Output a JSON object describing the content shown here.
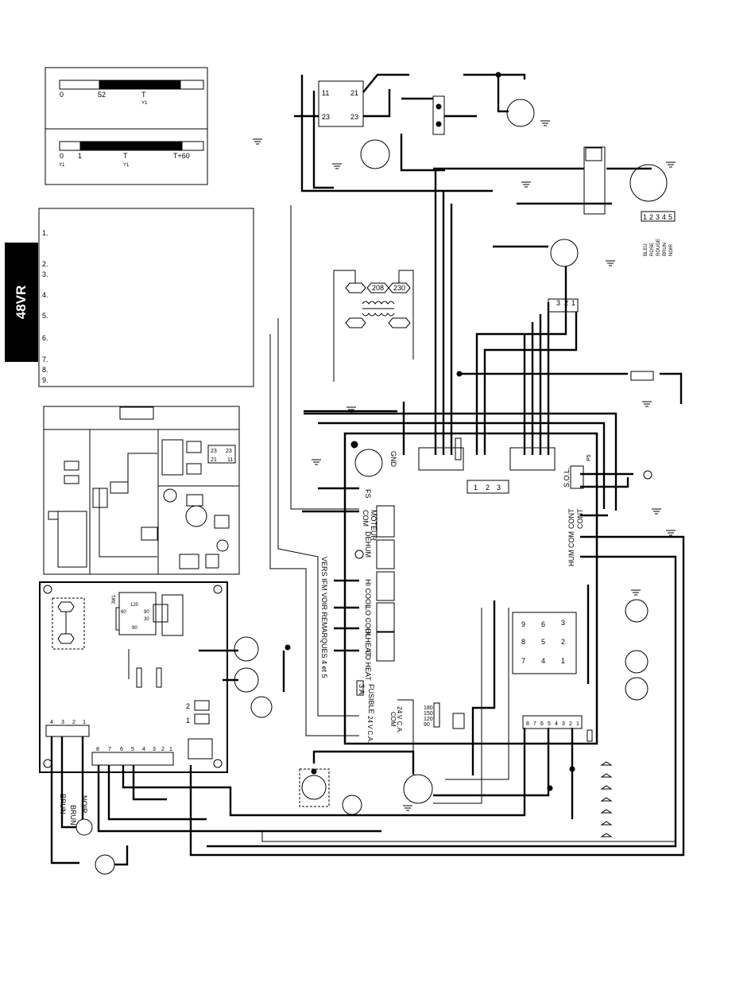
{
  "side_tab": "48VR",
  "timing_chart": {
    "top_bar": {
      "label_start": "0",
      "label_mid": "52",
      "label_end": "T",
      "sub": "Y1"
    },
    "bottom_bar": {
      "label_start": "0",
      "label_a": "1",
      "label_mid": "T",
      "label_end": "T+60",
      "sub_start": "Y1",
      "sub_mid": "Y1"
    }
  },
  "notes": {
    "numbers": [
      "1.",
      "2.",
      "3.",
      "4.",
      "5.",
      "6.",
      "7.",
      "8.",
      "9."
    ]
  },
  "relay": {
    "t11": "11",
    "t21": "21",
    "t23a": "23",
    "t23b": "23"
  },
  "transformer": {
    "tap_208": "208",
    "tap_230": "230"
  },
  "plug_numbers": {
    "p3": "3",
    "p2": "2",
    "p1": "1"
  },
  "motor_wires": {
    "pins": [
      "1",
      "2",
      "3",
      "4",
      "5"
    ],
    "colors": [
      "BLEU",
      "ROSE",
      "ROUGE",
      "BRUN",
      "NOIR"
    ]
  },
  "control_board": {
    "gnd": "GND",
    "fs": "FS",
    "com_motor": "COM\nMOTEUR",
    "dehum": "DEHUM",
    "hi_cool": "HI\nCOOL",
    "lo_cool": "LO\nCOOL",
    "hi_heat": "HI\nHEAT",
    "lo_heat": "LO\nHEAT",
    "fuse": "FUSIBLE\n3 A",
    "vac_com": "24 V C.A.\nCOM",
    "vac": "24 V C.A.",
    "sol": "S.O.L.",
    "p5": "P5",
    "cont_a": "CONT",
    "cont_b": "CONT",
    "com": "COM",
    "hum": "HUM",
    "side_note": "VERS IFM VOIR REMARQUES 4 et 5",
    "timer": [
      "180",
      "150",
      "120",
      "90"
    ],
    "plug_pins": [
      "1",
      "2",
      "3"
    ],
    "connector_12": [
      "9",
      "6",
      "3",
      "8",
      "5",
      "2",
      "7",
      "4",
      "1"
    ],
    "tstat_pins": [
      "8",
      "7",
      "6",
      "5",
      "4",
      "3",
      "2",
      "1"
    ]
  },
  "layout_box": {
    "t23a": "23",
    "t23b": "23",
    "t21": "21",
    "t11": "11"
  },
  "ignition_board": {
    "jw1": "JW1",
    "dial": [
      "120",
      "60",
      "90",
      "30",
      "90"
    ],
    "pins_top": [
      "4",
      "3",
      "2",
      "1"
    ],
    "pins_bottom": [
      "8",
      "7",
      "6",
      "5",
      "4",
      "3",
      "2",
      "1"
    ],
    "pin_2": "2",
    "pin_1": "1"
  },
  "lead_colors": [
    "BRUN",
    "BRUN",
    "NOIR"
  ]
}
